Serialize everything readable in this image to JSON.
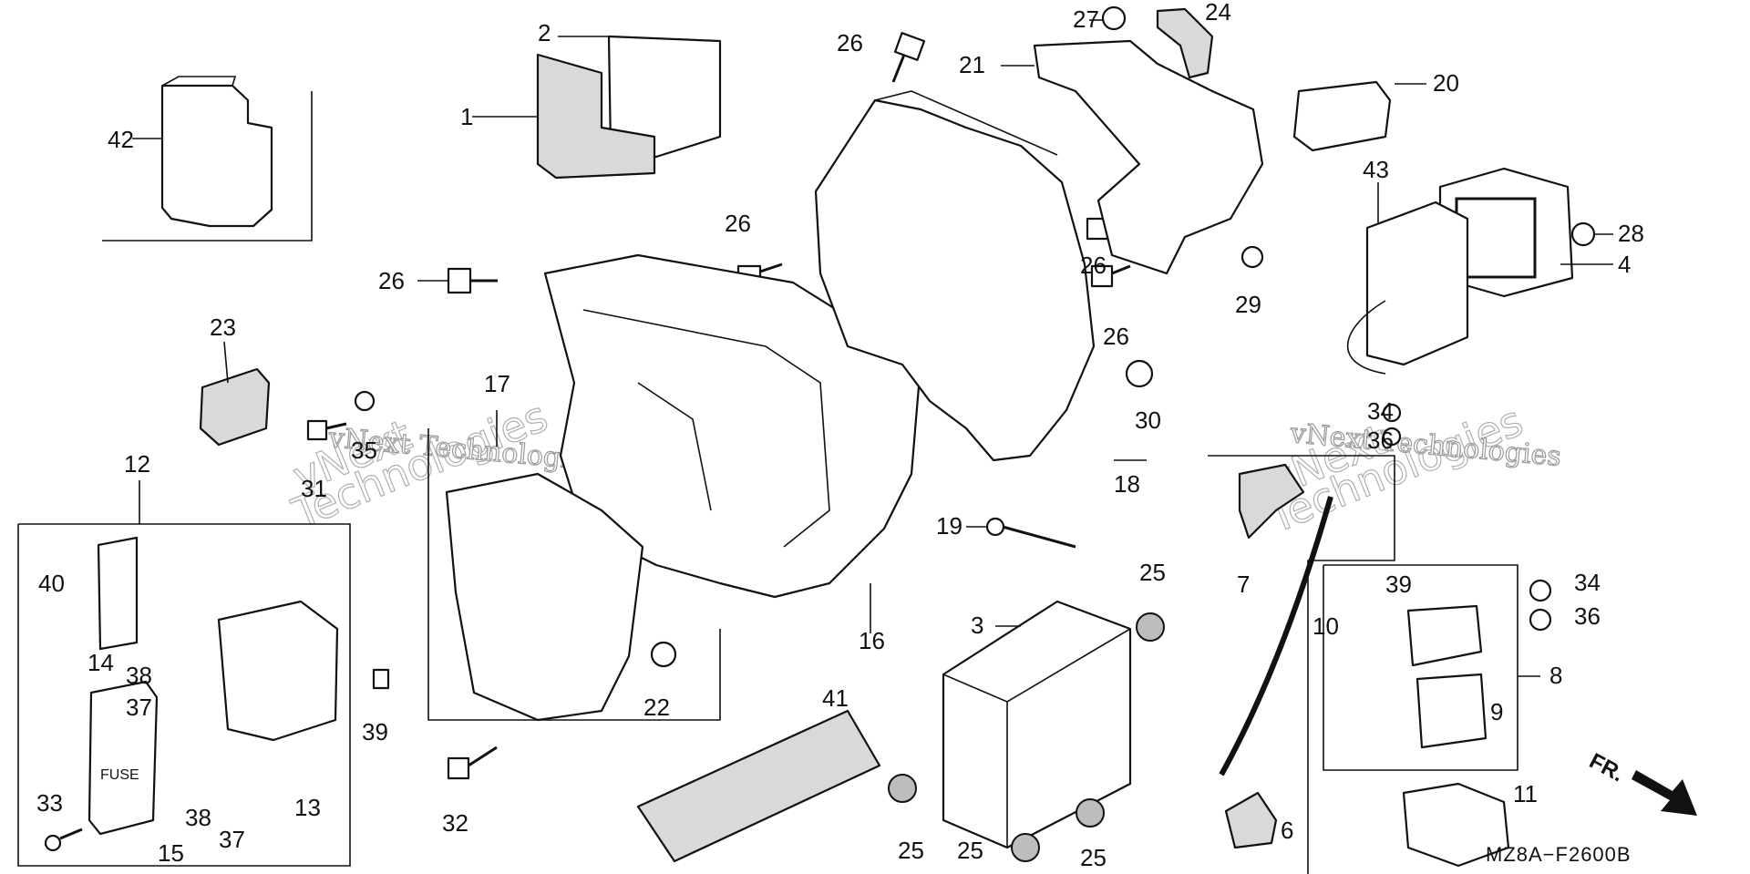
{
  "diagram": {
    "code": "MZ8A−F2600B",
    "fr_label": "FR.",
    "watermarks": [
      {
        "small": "vNext Technologies",
        "big_a": "vNext",
        "big_b": "Technologies"
      },
      {
        "small": "vNext Technologies",
        "big_a": "vNext",
        "big_b": "Technologies"
      }
    ],
    "fuse_label": "FUSE",
    "part_labels": [
      "1",
      "2",
      "3",
      "4",
      "6",
      "7",
      "8",
      "9",
      "10",
      "11",
      "12",
      "13",
      "14",
      "15",
      "16",
      "17",
      "18",
      "19",
      "20",
      "21",
      "22",
      "23",
      "24",
      "25",
      "25",
      "25",
      "25",
      "26",
      "26",
      "26",
      "26",
      "26",
      "27",
      "28",
      "29",
      "30",
      "31",
      "32",
      "33",
      "34",
      "34",
      "35",
      "36",
      "36",
      "37",
      "37",
      "38",
      "38",
      "39",
      "39",
      "40",
      "41",
      "42",
      "43"
    ]
  }
}
